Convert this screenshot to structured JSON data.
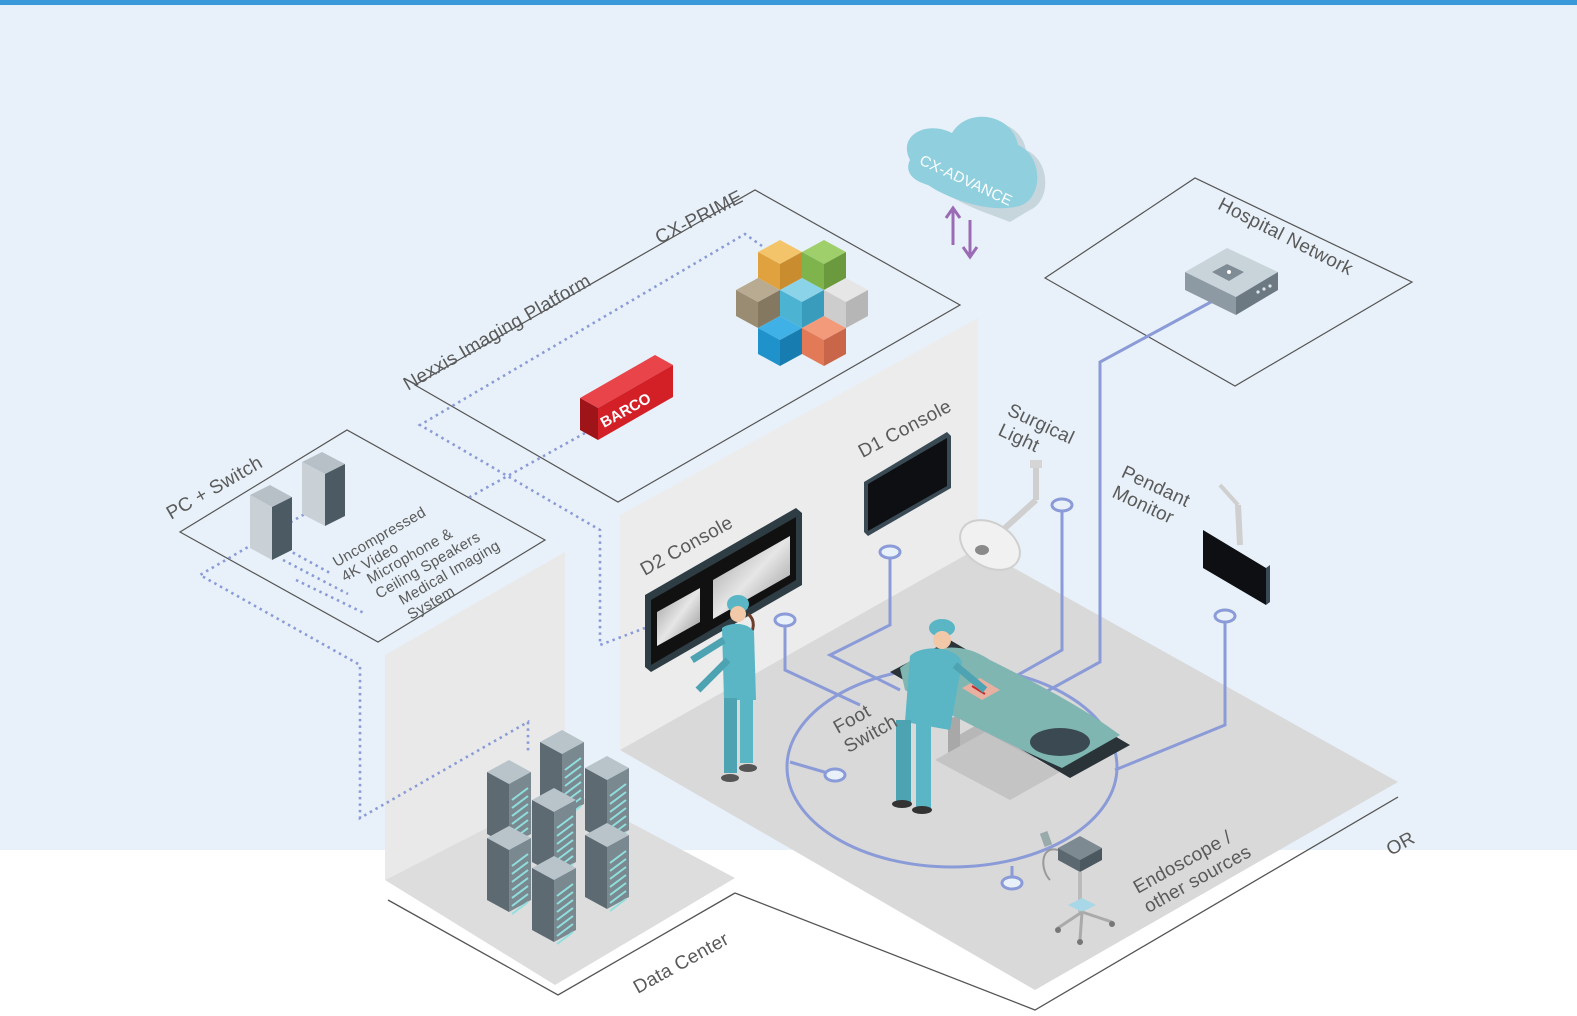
{
  "colors": {
    "top_bar": "#3a9ad9",
    "background_top": "#e8f1f9",
    "connection_line": "#8b9bd8",
    "floor": "#d9d9d9",
    "wall": "#ececec",
    "scrub_teal": "#5ab5c5",
    "cloud": "#8fcfde",
    "barco_red": "#d32027",
    "sync_arrows": "#9b6bb5"
  },
  "labels": {
    "cx_prime": "CX-PRIME",
    "nexxis_platform": "Nexxis Imaging Platform",
    "cx_advance": "CX-ADVANCE",
    "hospital_network": "Hospital Network",
    "pc_switch": "PC + Switch",
    "uncompressed_video": "Uncompressed\n4K Video",
    "mic_speakers": "Microphone &\nCeiling Speakers",
    "medical_imaging": "Medical Imaging\nSystem",
    "d1_console": "D1 Console",
    "d2_console": "D2 Console",
    "surgical_light": "Surgical\nLight",
    "pendant_monitor": "Pendant\nMonitor",
    "foot_switch": "Foot\nSwitch",
    "endoscope": "Endoscope /\nother sources",
    "or_room": "OR",
    "data_center": "Data Center",
    "barco_logo": "BARCO"
  },
  "icons": {
    "cloud": "cloud-icon",
    "router": "router-icon",
    "barco_device": "barco-device-icon",
    "cube_cluster": "cube-cluster-icon",
    "pc_tower": "pc-tower-icon",
    "server_rack": "server-rack-icon",
    "display": "display-monitor-icon",
    "surgical_light": "surgical-light-icon",
    "surgeon": "surgeon-figure-icon",
    "operating_table": "operating-table-icon",
    "endoscope_cart": "endoscope-cart-icon",
    "sync_arrows": "sync-arrows-icon"
  }
}
